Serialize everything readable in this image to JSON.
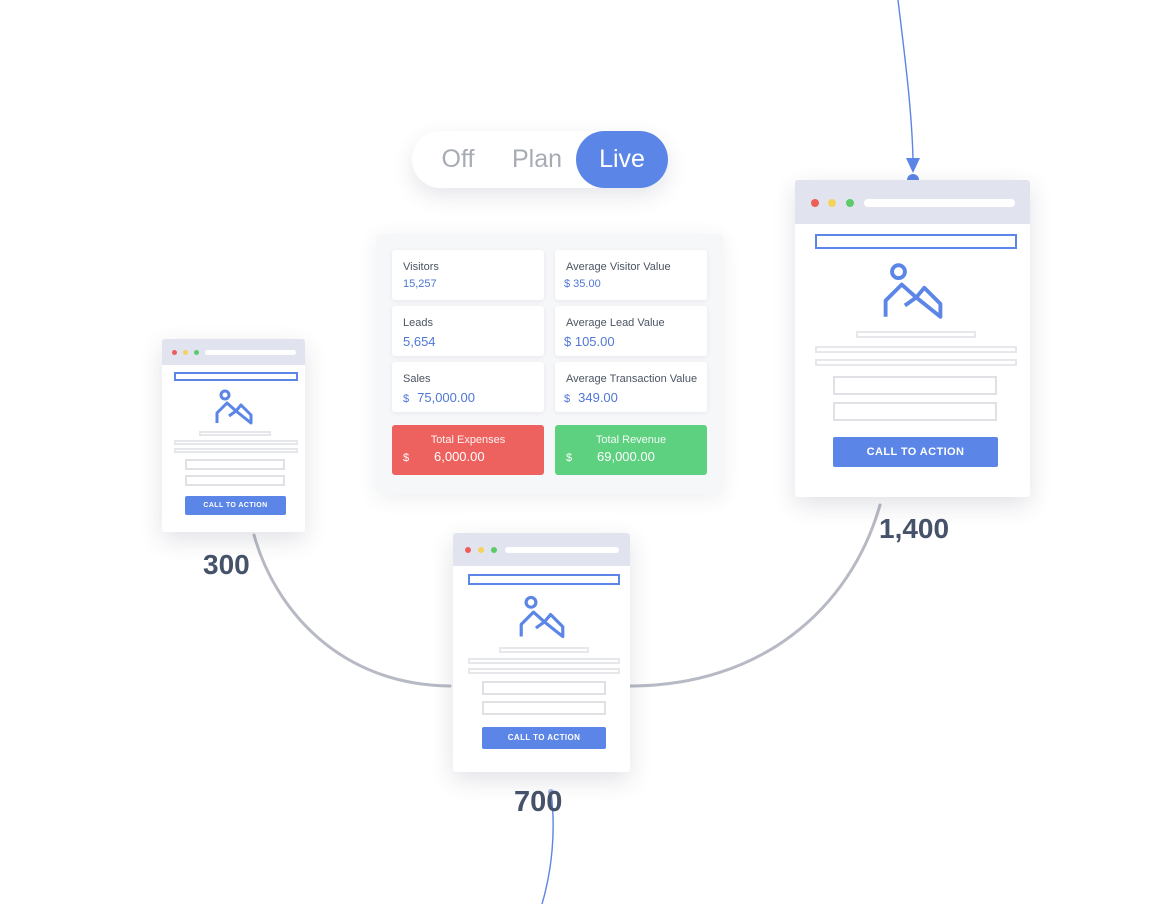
{
  "toggle": {
    "options": [
      "Off",
      "Plan",
      "Live"
    ],
    "selected": "Live"
  },
  "stats": {
    "visitors": {
      "label": "Visitors",
      "value": "15,257"
    },
    "avg_visitor_value": {
      "label": "Average Visitor Value",
      "value": "$ 35.00"
    },
    "leads": {
      "label": "Leads",
      "value": "5,654"
    },
    "avg_lead_value": {
      "label": "Average Lead Value",
      "value": "$ 105.00"
    },
    "sales": {
      "label": "Sales",
      "currency": "$",
      "value": "75,000.00"
    },
    "avg_transaction_value": {
      "label": "Average Transaction Value",
      "currency": "$",
      "value": "349.00"
    },
    "total_expenses": {
      "label": "Total Expenses",
      "currency": "$",
      "value": "6,000.00"
    },
    "total_revenue": {
      "label": "Total Revenue",
      "currency": "$",
      "value": "69,000.00"
    }
  },
  "pages": {
    "left": {
      "cta": "CALL TO ACTION",
      "count": "300"
    },
    "middle": {
      "cta": "CALL TO ACTION",
      "count": "700"
    },
    "right": {
      "cta": "CALL TO ACTION",
      "count": "1,400"
    }
  },
  "colors": {
    "accent": "#5b85e6",
    "expense": "#ed625e",
    "revenue": "#5dd17f",
    "connector": "#b7bac4",
    "count_text": "#45526a"
  },
  "icons": [
    "image-placeholder-icon",
    "arrow-down-icon"
  ]
}
